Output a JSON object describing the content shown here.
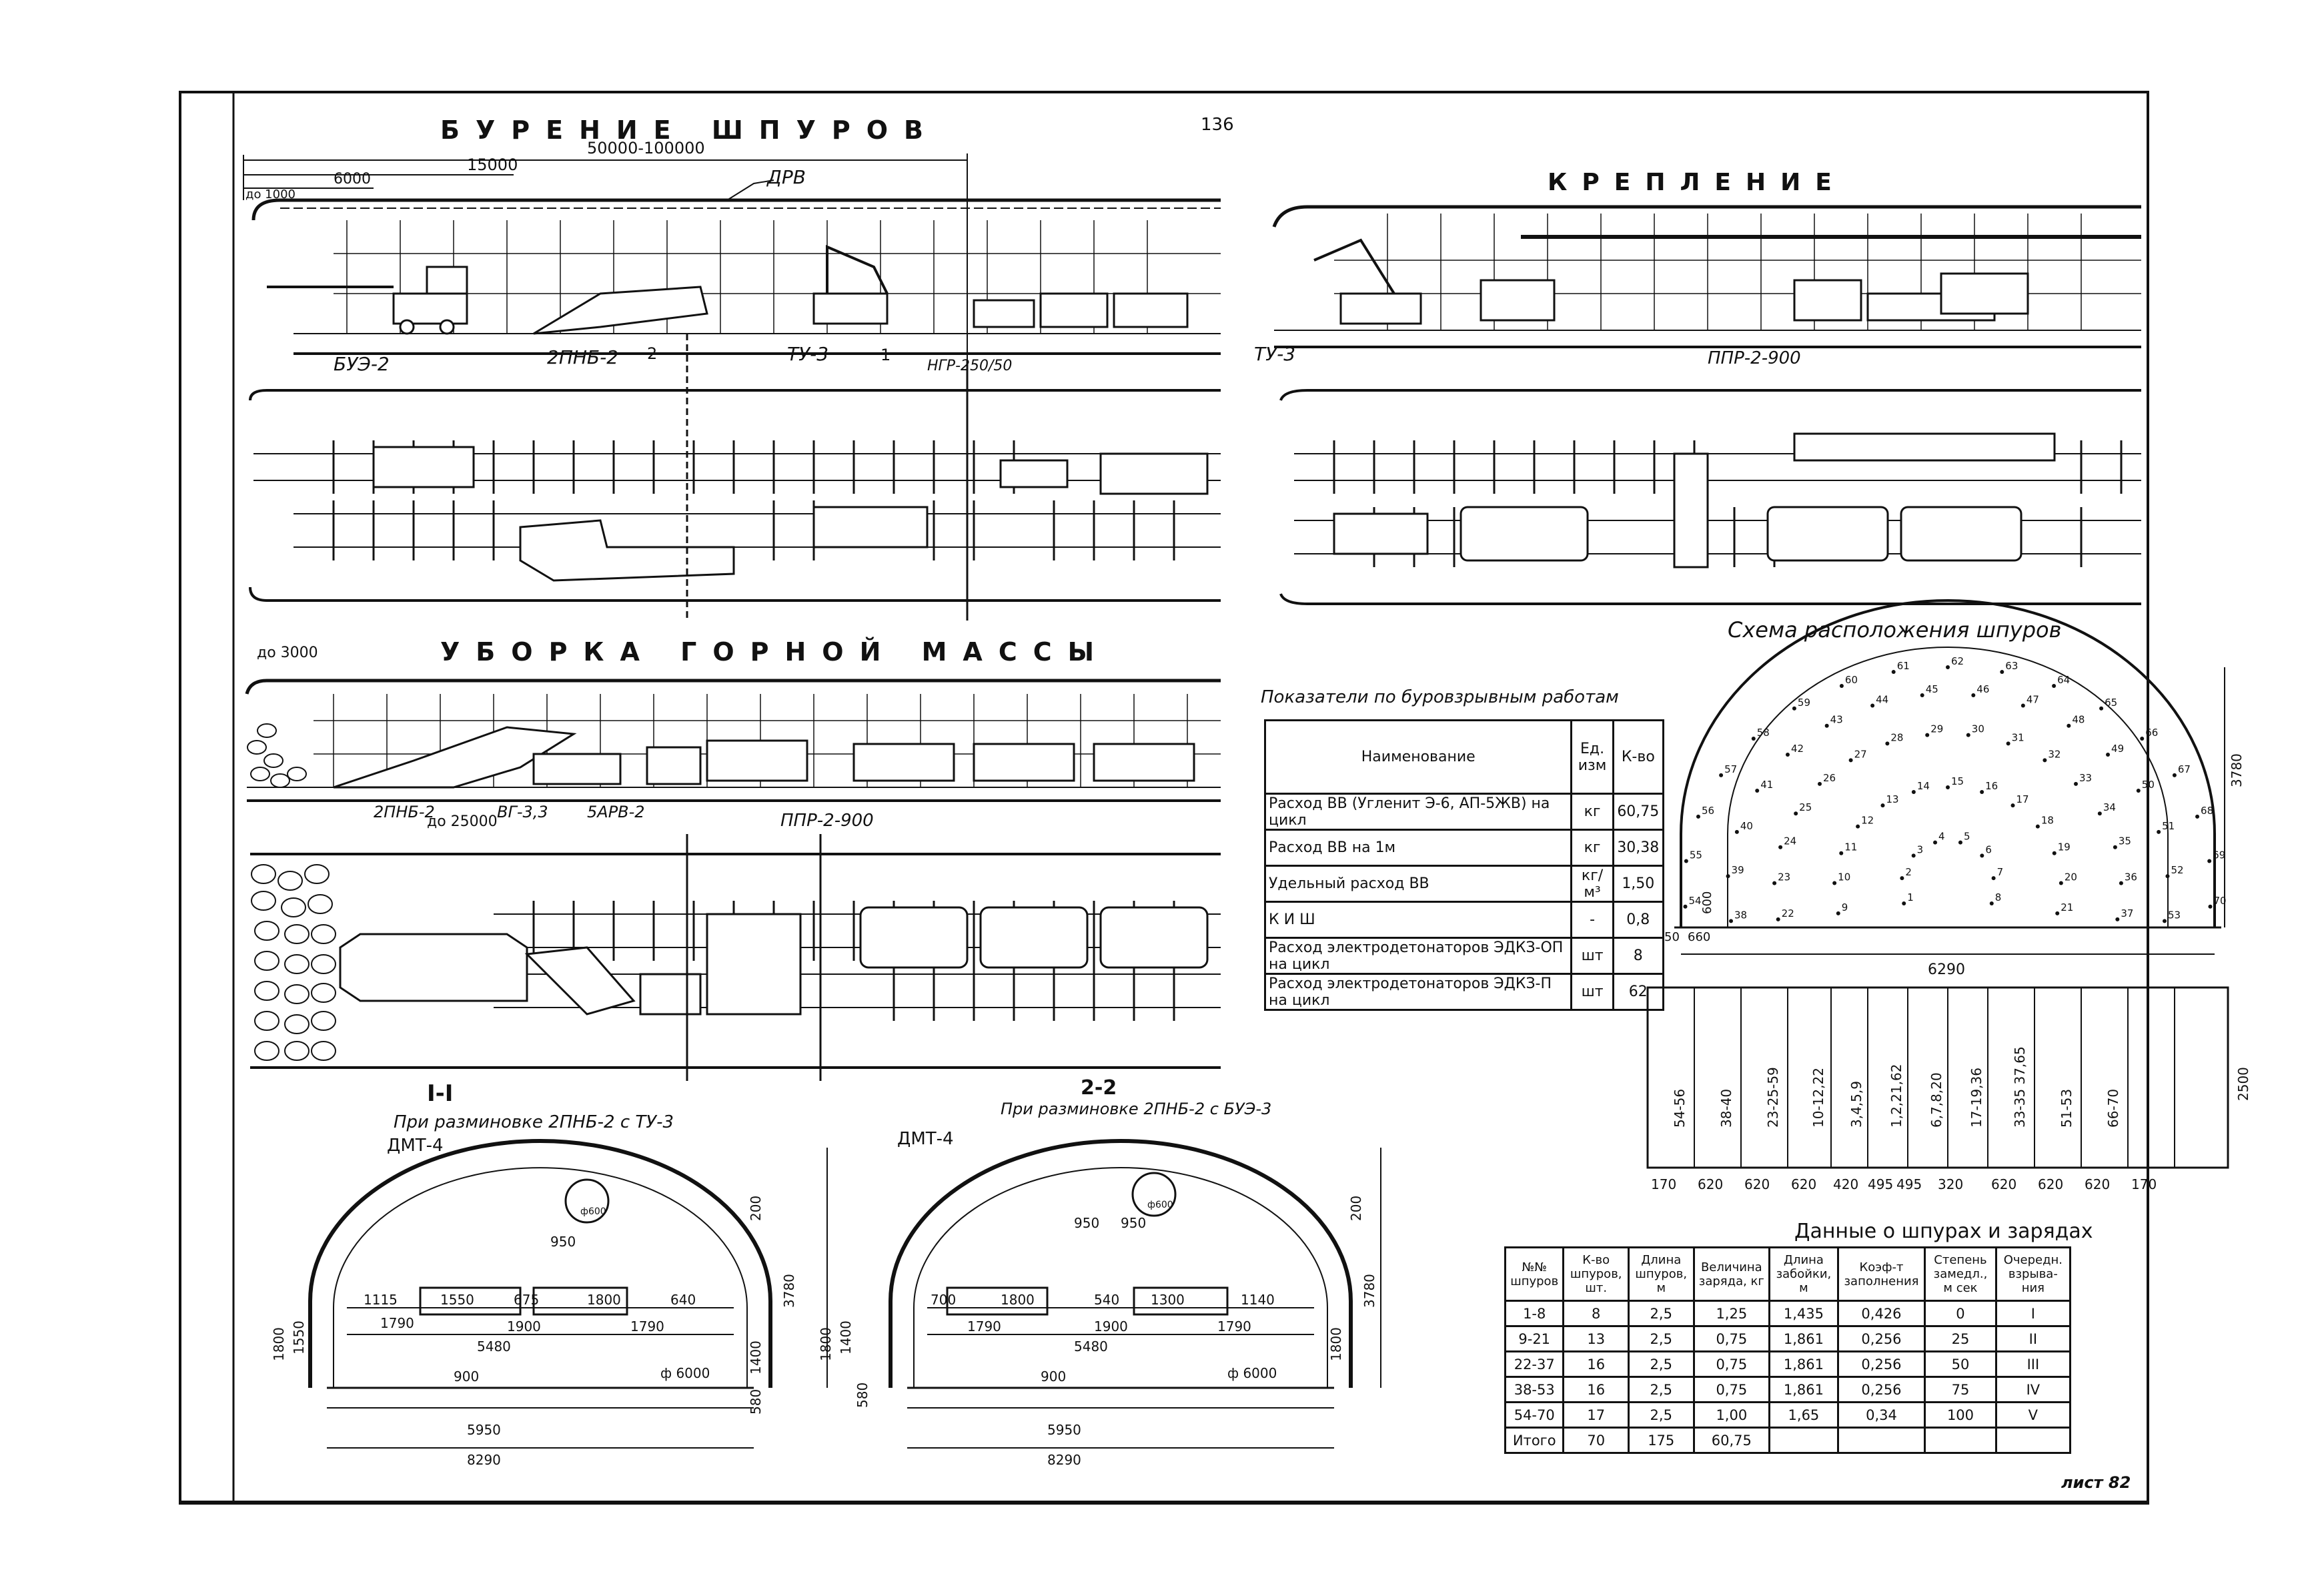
{
  "sheet": {
    "page_number": "136",
    "sheet_label": "лист 82"
  },
  "drilling": {
    "title": "БУРЕНИЕ ШПУРОВ",
    "dims": [
      "50000-100000",
      "15000",
      "6000",
      "до 1000"
    ],
    "labels": [
      "ДРВ",
      "БУЭ-2",
      "2ПНБ-2",
      "ТУ-3",
      "НГР-250/50"
    ],
    "sections": [
      "1",
      "2"
    ]
  },
  "support": {
    "title": "КРЕПЛЕНИЕ",
    "labels": [
      "ТУ-3",
      "ППР-2-900"
    ]
  },
  "mucking": {
    "title": "УБОРКА ГОРНОЙ МАССЫ",
    "dims": [
      "до 3000",
      "до 25000"
    ],
    "labels": [
      "2ПНБ-2",
      "ВГ-3,3",
      "5АРВ-2",
      "ППР-2-900"
    ]
  },
  "indicators": {
    "title": "Показатели по буровзрывным работам",
    "headers": [
      "Наименование",
      "Ед. изм",
      "К-во"
    ],
    "rows": [
      {
        "name": "Расход ВВ (Угленит Э-6, АП-5ЖВ) на цикл",
        "unit": "кг",
        "qty": "60,75"
      },
      {
        "name": "Расход ВВ на 1м",
        "unit": "кг",
        "qty": "30,38"
      },
      {
        "name": "Удельный расход ВВ",
        "unit": "кг/м³",
        "qty": "1,50"
      },
      {
        "name": "К И Ш",
        "unit": "-",
        "qty": "0,8"
      },
      {
        "name": "Расход электродетонаторов ЭДКЗ-ОП на цикл",
        "unit": "шт",
        "qty": "8"
      },
      {
        "name": "Расход электродетонаторов ЭДКЗ-П на цикл",
        "unit": "шт",
        "qty": "62"
      }
    ]
  },
  "hole_scheme": {
    "title": "Схема расположения шпуров",
    "dims": [
      "3780",
      "6290",
      "600",
      "50",
      "660",
      "2500"
    ],
    "hole_numbers": [
      "1",
      "2",
      "3",
      "4",
      "5",
      "6",
      "7",
      "8",
      "9",
      "10",
      "11",
      "12",
      "13",
      "14",
      "15",
      "16",
      "17",
      "18",
      "19",
      "20",
      "21",
      "22",
      "23",
      "24",
      "25",
      "26",
      "27",
      "28",
      "29",
      "30",
      "31",
      "32",
      "33",
      "34",
      "35",
      "36",
      "37",
      "38",
      "39",
      "40",
      "41",
      "42",
      "43",
      "44",
      "45",
      "46",
      "47",
      "48",
      "49",
      "50",
      "51",
      "52",
      "53",
      "54",
      "55",
      "56",
      "57",
      "58",
      "59",
      "60",
      "61",
      "62",
      "63",
      "64",
      "65",
      "66",
      "67",
      "68",
      "69",
      "70"
    ],
    "strip_labels": [
      "54-56",
      "38-40",
      "23-25-59",
      "10-12,22",
      "3,4,5,9",
      "1,2,21,62",
      "6,7,8,20",
      "17-19,36",
      "33-35 37,65",
      "51-53",
      "66-70"
    ],
    "bottom_dims": [
      "170",
      "620",
      "620",
      "620",
      "420",
      "495",
      "495",
      "320",
      "620",
      "620",
      "620",
      "170"
    ]
  },
  "sections": {
    "left_title": "I-I",
    "left_caption": "При разминовке 2ПНБ-2 с ТУ-3",
    "left_dims": [
      "ДМТ-4",
      "1115",
      "1550",
      "675",
      "1800",
      "640",
      "1790",
      "1900",
      "1790",
      "5480",
      "950",
      "900",
      "5950",
      "8290",
      "1800",
      "1550",
      "1400",
      "3780",
      "200",
      "580",
      "ф 6000",
      "ф600"
    ],
    "right_title": "2-2",
    "right_caption": "При разминовке 2ПНБ-2 с БУЭ-3",
    "right_dims": [
      "ДМТ-4",
      "700",
      "1800",
      "540",
      "1300",
      "1140",
      "1790",
      "1900",
      "1790",
      "5480",
      "950",
      "950",
      "900",
      "5950",
      "8290",
      "1800",
      "1400",
      "580",
      "1800",
      "3780",
      "200",
      "ф 6000",
      "ф600"
    ]
  },
  "charges": {
    "title": "Данные о шпурах и зарядах",
    "headers": [
      "№№ шпуров",
      "К-во шпуров, шт.",
      "Длина шпуров, м",
      "Величина заряда, кг",
      "Длина забойки, м",
      "Коэф-т заполнения",
      "Степень замедл., м сек",
      "Очередн. взрыва-ния"
    ],
    "rows": [
      [
        "1-8",
        "8",
        "2,5",
        "1,25",
        "1,435",
        "0,426",
        "0",
        "I"
      ],
      [
        "9-21",
        "13",
        "2,5",
        "0,75",
        "1,861",
        "0,256",
        "25",
        "II"
      ],
      [
        "22-37",
        "16",
        "2,5",
        "0,75",
        "1,861",
        "0,256",
        "50",
        "III"
      ],
      [
        "38-53",
        "16",
        "2,5",
        "0,75",
        "1,861",
        "0,256",
        "75",
        "IV"
      ],
      [
        "54-70",
        "17",
        "2,5",
        "1,00",
        "1,65",
        "0,34",
        "100",
        "V"
      ],
      [
        "Итого",
        "70",
        "175",
        "60,75",
        "",
        "",
        "",
        ""
      ]
    ]
  }
}
